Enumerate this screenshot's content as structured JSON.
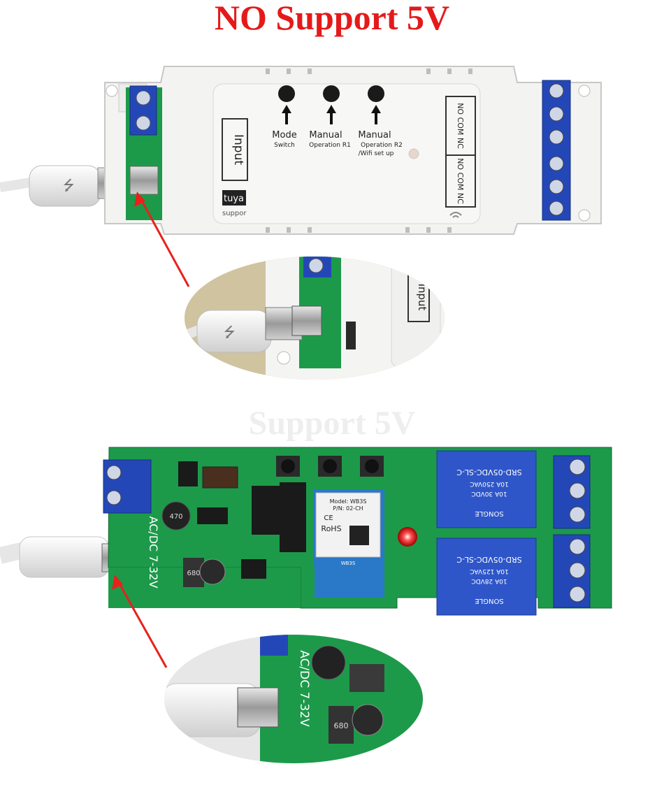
{
  "titles": {
    "no_support": "NO Support 5V",
    "support": "Support 5V"
  },
  "top_device": {
    "input_label": "Input",
    "button_labels": [
      {
        "main": "Mode",
        "sub": "Switch"
      },
      {
        "main": "Manual",
        "sub": "Operation R1"
      },
      {
        "main": "Manual",
        "sub": "Operation R2"
      }
    ],
    "wifi_setup": "/Wifi set up",
    "terminal_label_1": "NO COM NC",
    "terminal_label_2": "NO COM NC",
    "brand_partial": "tuya",
    "brand_sub": "suppor"
  },
  "zoom_top": {
    "input_label": "Input"
  },
  "bottom_board": {
    "voltage_label": "AC/DC 7-32V",
    "relay_model": "SRD-05VDC-SL-C",
    "relay_ratings": [
      "10A 250VAC",
      "10A 125VAC",
      "10A 30VDC",
      "10A 28VDC"
    ],
    "relay_brand": "SONGLE",
    "module_model": "Model: WB3S",
    "module_pn": "P/N: 02-CH",
    "module_rohs": "RoHS",
    "module_ce": "CE",
    "module_name": "WB3S",
    "inductor_code": "680",
    "cap_code": "470"
  },
  "zoom_bottom": {
    "voltage_label": "AC/DC 7-32V",
    "inductor_code": "680"
  },
  "colors": {
    "title_red": "#e41a1a",
    "pcb_green": "#1c9a4a",
    "relay_blue": "#2e56c8",
    "terminal_blue": "#2447b8",
    "arrow_red": "#e8211b"
  },
  "icons": [
    "usb-icon",
    "arrow-up-icon",
    "wifi-icon",
    "red-arrow-icon"
  ]
}
